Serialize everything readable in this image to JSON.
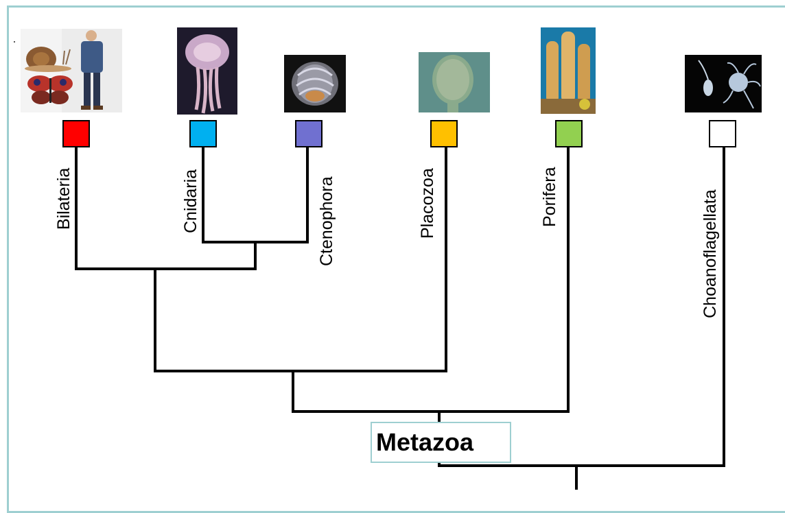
{
  "taxa": [
    {
      "name": "Bilateria",
      "color": "#ff0000",
      "image": "snail-butterfly-human-photo"
    },
    {
      "name": "Cnidaria",
      "color": "#00b0f0",
      "image": "jellyfish-photo"
    },
    {
      "name": "Ctenophora",
      "color": "#7070d0",
      "image": "comb-jelly-photo"
    },
    {
      "name": "Placozoa",
      "color": "#ffc000",
      "image": "placozoan-photo"
    },
    {
      "name": "Porifera",
      "color": "#92d050",
      "image": "sponge-photo"
    },
    {
      "name": "Choanoflagellata",
      "color": "#ffffff",
      "image": "choanoflagellate-photo"
    }
  ],
  "clade_label": "Metazoa",
  "colors": {
    "frame": "#9ecfd1",
    "lines": "#000000"
  }
}
